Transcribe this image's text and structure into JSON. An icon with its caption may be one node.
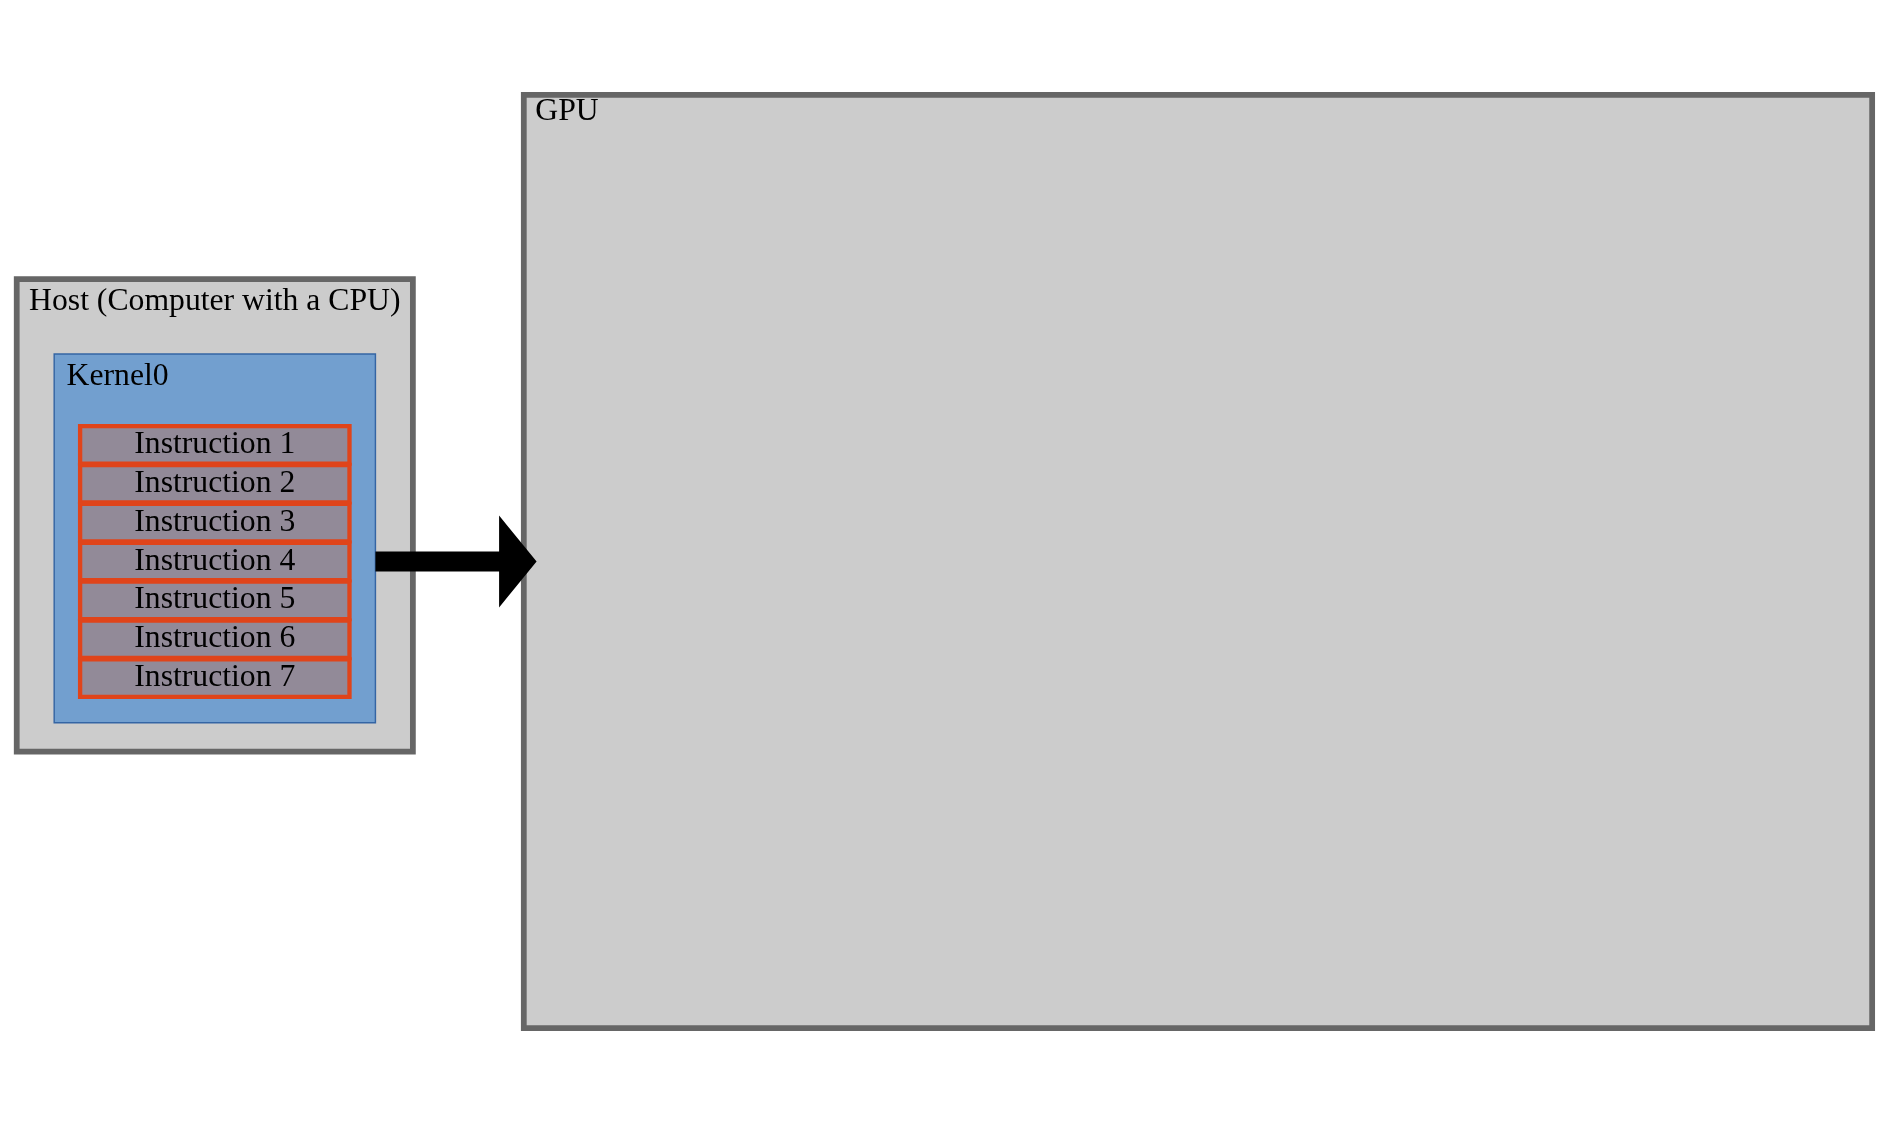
{
  "diagram": {
    "nodes": [
      {
        "text": [
          "Host (Computer with a CPU)"
        ]
      },
      {
        "text": [
          "Kernel0"
        ],
        "in": 0
      },
      {
        "text": [
          "Instruction 1"
        ],
        "in": 1
      },
      {
        "text": [
          "Instruction 2"
        ],
        "in": 1
      },
      {
        "text": [
          "Instruction 3"
        ],
        "in": 1
      },
      {
        "text": [
          "Instruction 4"
        ],
        "in": 1
      },
      {
        "text": [
          "Instruction 5"
        ],
        "in": 1
      },
      {
        "text": [
          "Instruction 6"
        ],
        "in": 1
      },
      {
        "text": [
          "Instruction 7"
        ],
        "in": 1
      },
      {
        "text": [
          "GPU"
        ]
      }
    ],
    "edges": [
      {
        "from": 1,
        "to": 9,
        "arrow": "to"
      }
    ]
  }
}
